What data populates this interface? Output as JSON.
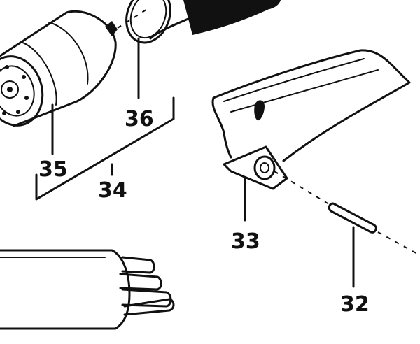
{
  "callouts": {
    "part_32": "32",
    "part_33": "33",
    "part_34": "34",
    "part_35": "35",
    "part_36": "36"
  },
  "colors": {
    "ink": "#111111",
    "paper": "#ffffff"
  }
}
